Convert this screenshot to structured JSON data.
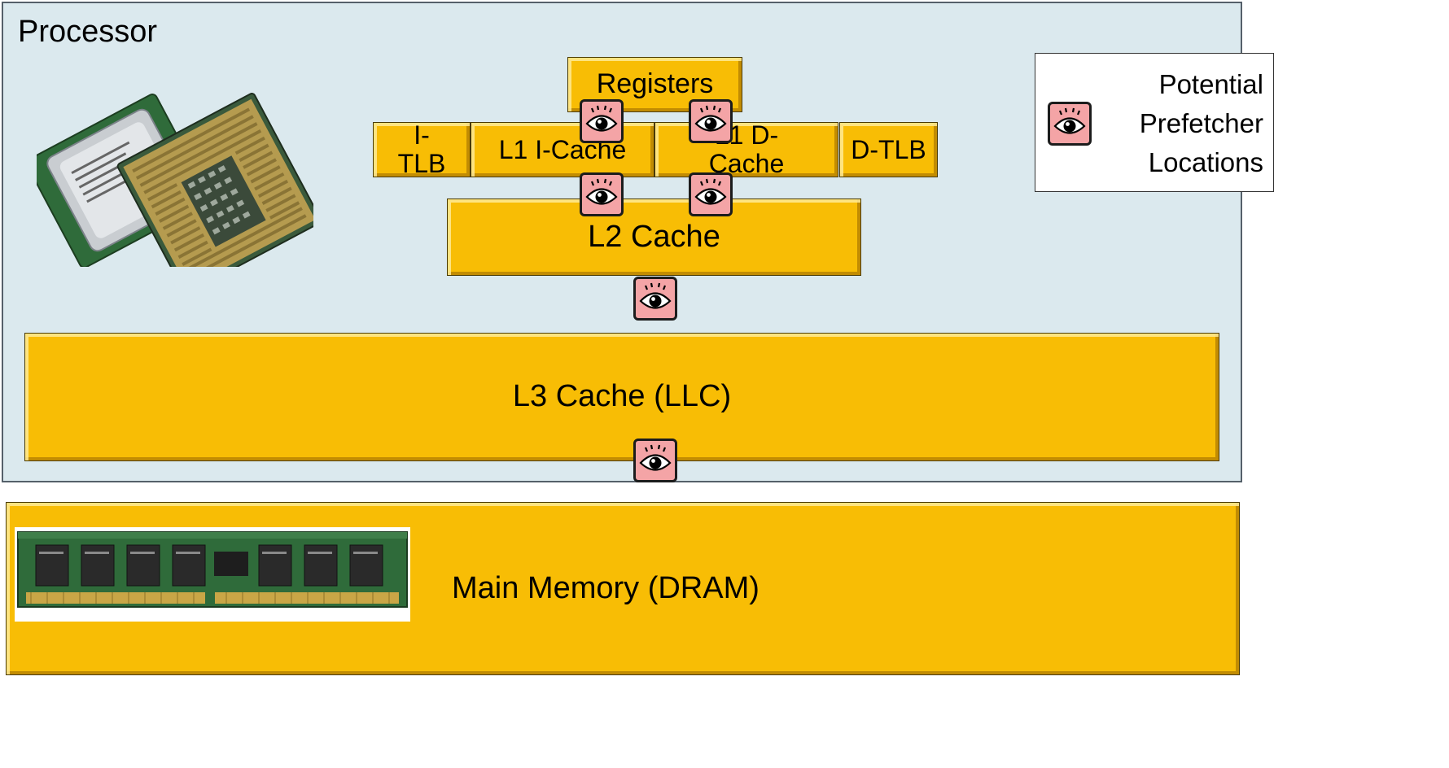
{
  "processor": {
    "title": "Processor"
  },
  "blocks": {
    "registers": "Registers",
    "itlb": "I-\nTLB",
    "l1i": "L1 I-Cache",
    "l1d": "L1 D-\nCache",
    "dtlb": "D-TLB",
    "l2": "L2 Cache",
    "l3": "L3 Cache (LLC)",
    "dram": "Main Memory (DRAM)"
  },
  "legend": {
    "text": "Potential Prefetcher Locations",
    "icon": "eye-icon"
  },
  "icons": {
    "prefetcher_marker": "eye-icon",
    "cpu_image": "processor-chip-image",
    "dram_image": "memory-module-image"
  },
  "colors": {
    "processor_bg": "#dbe9ee",
    "cache_gold": "#f8bd05",
    "eye_marker_bg": "#f4a4a6"
  }
}
